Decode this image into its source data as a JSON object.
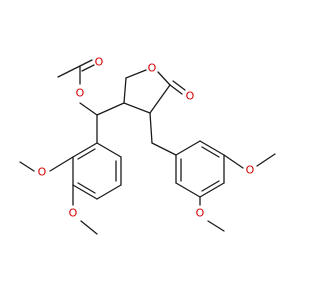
{
  "molecule": {
    "atom_labels": {
      "o_acetyl_carbonyl": "O",
      "o_acetyl_ester": "O",
      "o_ring": "O",
      "o_lactone_carbonyl": "O",
      "o_methoxy_left_1": "O",
      "o_methoxy_left_2": "O",
      "o_methoxy_right_1": "O",
      "o_methoxy_right_2": "O"
    },
    "colors": {
      "bond": "#1a1a1a",
      "oxygen": "#d40000",
      "background": "#ffffff"
    }
  }
}
